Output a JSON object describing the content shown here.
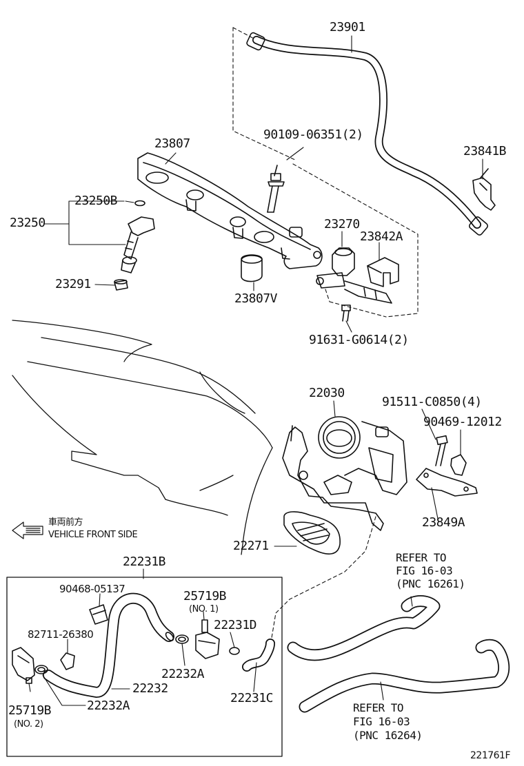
{
  "labels": {
    "p23901": "23901",
    "p23841b": "23841B",
    "p90109": "90109-06351(2)",
    "p23807": "23807",
    "p23250b": "23250B",
    "p23250": "23250",
    "p23291": "23291",
    "p23807v": "23807V",
    "p23270": "23270",
    "p23842a": "23842A",
    "p91631": "91631-G0614(2)",
    "p22030": "22030",
    "p91511": "91511-C0850(4)",
    "p90469": "90469-12012",
    "p23849a": "23849A",
    "p22271": "22271",
    "p22231b": "22231B",
    "p90468": "90468-05137",
    "p25719b1": "25719B",
    "no1": "(NO. 1)",
    "p22231d": "22231D",
    "p82711": "82711-26380",
    "p22232a1": "22232A",
    "p22232": "22232",
    "p22231c": "22231C",
    "p22232a2": "22232A",
    "p25719b2": "25719B",
    "no2": "(NO. 2)",
    "front_jp": "車両前方",
    "front_en": "VEHICLE FRONT SIDE",
    "ref1_l1": "REFER TO",
    "ref1_l2": "FIG 16-03",
    "ref1_l3": "(PNC 16261)",
    "ref2_l1": "REFER TO",
    "ref2_l2": "FIG 16-03",
    "ref2_l3": "(PNC 16264)",
    "fig_id": "221761F"
  },
  "colors": {
    "line": "#111111",
    "background": "#ffffff"
  }
}
